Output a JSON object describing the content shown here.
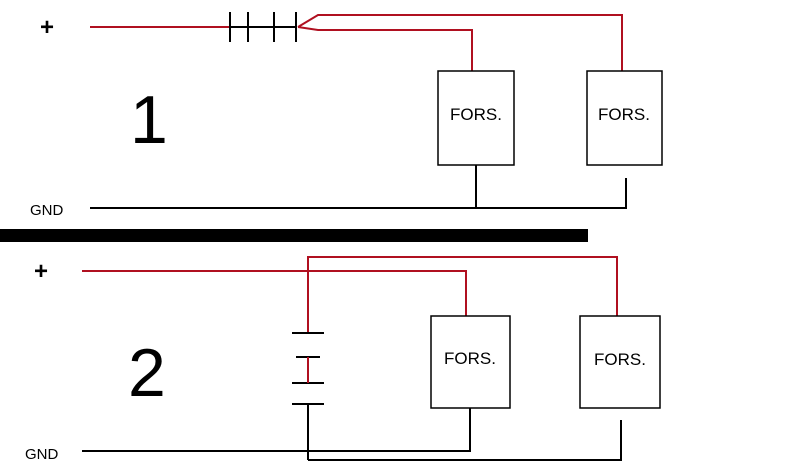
{
  "colors": {
    "positive_wire": "#b01020",
    "ground_wire": "#000000",
    "divider": "#000000",
    "box_border": "#000000",
    "text": "#000000",
    "background": "#ffffff"
  },
  "diagram1": {
    "plus_label": "+",
    "number": "1",
    "gnd_label": "GND",
    "box_left": "FORS.",
    "box_right": "FORS."
  },
  "diagram2": {
    "plus_label": "+",
    "number": "2",
    "gnd_label": "GND",
    "box_left": "FORS.",
    "box_right": "FORS."
  }
}
